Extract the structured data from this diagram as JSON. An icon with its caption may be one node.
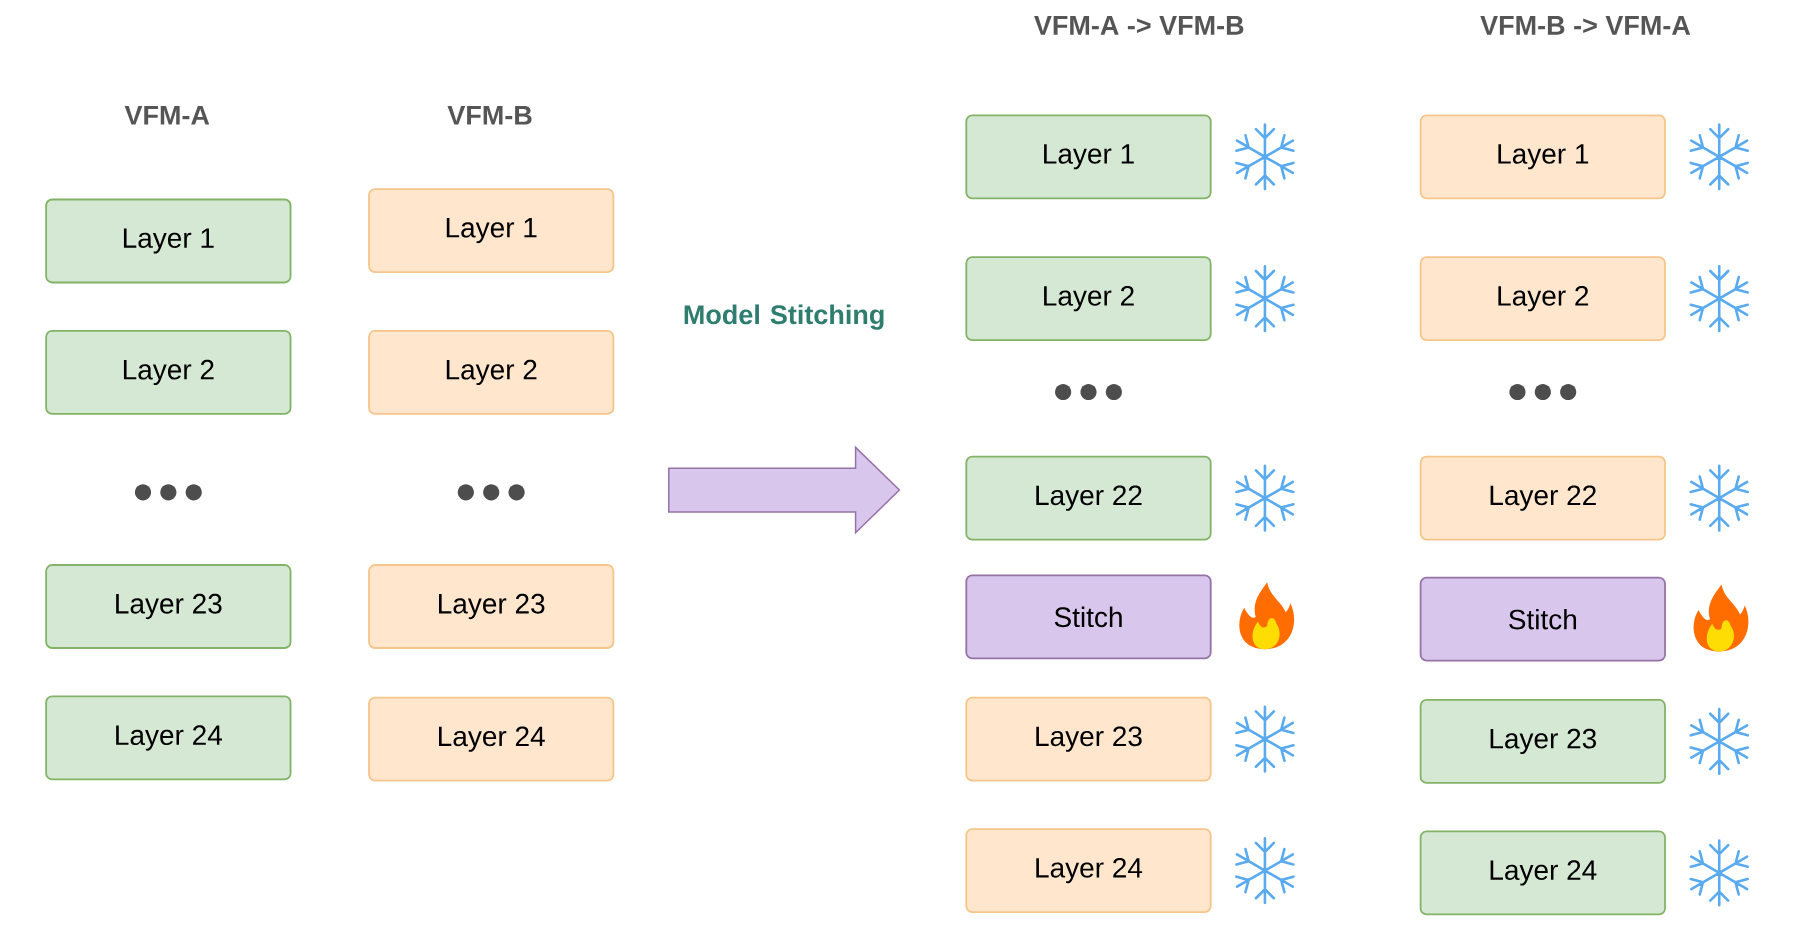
{
  "diagram": {
    "nodes": [
      {
        "text": [
          "Layer 1"
        ]
      },
      {
        "text": [
          "Layer 2"
        ]
      },
      {
        "text": [
          "Layer 23"
        ]
      },
      {
        "text": [
          "Layer 24"
        ]
      },
      {
        "text": [
          "Layer 1"
        ]
      },
      {
        "text": [
          "Layer 2"
        ]
      },
      {
        "text": [
          "Layer 23"
        ]
      },
      {
        "text": [
          "Layer 24"
        ]
      },
      {
        "text": [
          "Layer 1"
        ]
      },
      {
        "text": [
          "Layer 2"
        ]
      },
      {
        "text": [
          "Layer 22"
        ]
      },
      {
        "text": [
          "Stitch"
        ]
      },
      {
        "text": [
          "Layer 23"
        ]
      },
      {
        "text": [
          "Layer 24"
        ]
      },
      {
        "text": [
          "Layer 1"
        ]
      },
      {
        "text": [
          "Layer 2"
        ]
      },
      {
        "text": [
          "Layer 22"
        ]
      },
      {
        "text": [
          "Stitch"
        ]
      },
      {
        "text": [
          "Layer 23"
        ]
      },
      {
        "text": [
          "Layer 24"
        ]
      }
    ],
    "labels": [
      "VFM-A",
      "VFM-B",
      "Model Stitching",
      "VFM-A -> VFM-B",
      "VFM-B -> VFM-A"
    ]
  }
}
